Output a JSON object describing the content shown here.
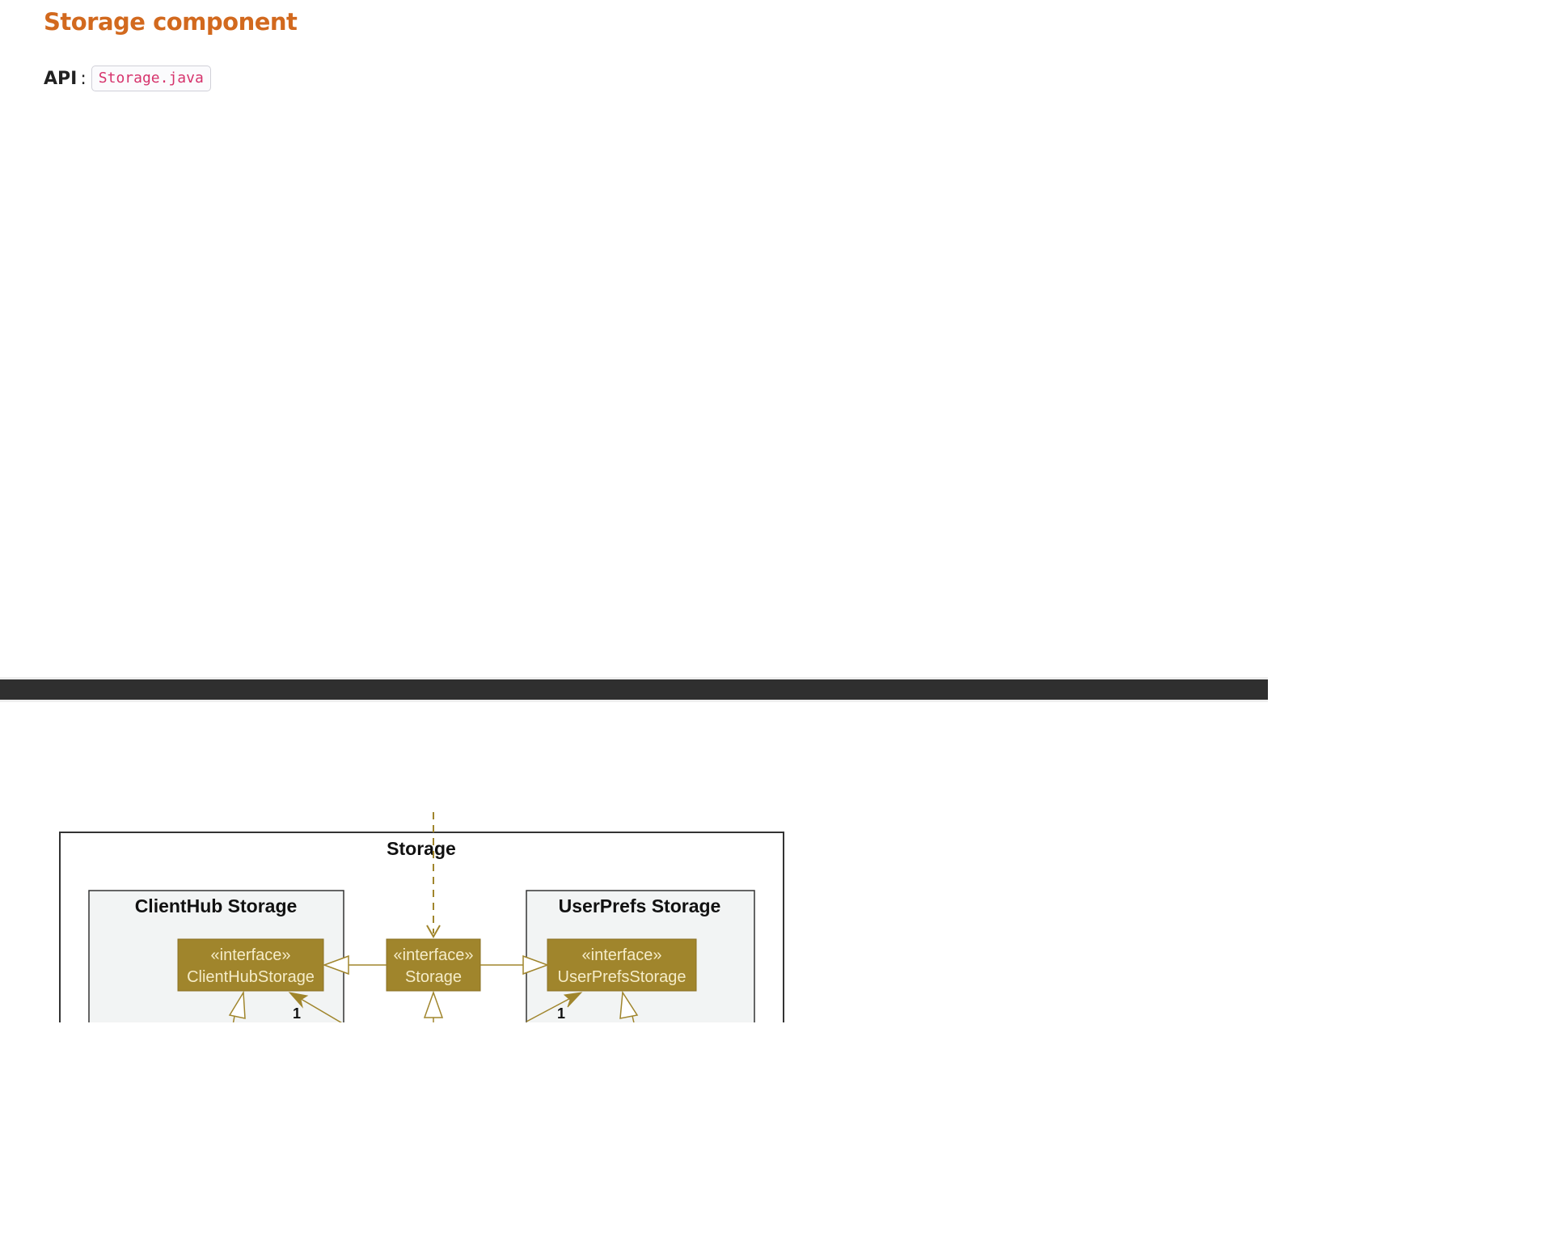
{
  "section": {
    "title": "Storage component",
    "api_label": "API",
    "api_separator": ":",
    "api_file": "Storage.java"
  },
  "diagram": {
    "outer_package": "Storage",
    "clienthub_package": "ClientHub Storage",
    "userprefs_package": "UserPrefs Storage",
    "stereotype": "«interface»",
    "clienthub_interface": "ClientHubStorage",
    "storage_interface": "Storage",
    "userprefs_interface": "UserPrefsStorage",
    "multiplicity_left": "1",
    "multiplicity_right": "1",
    "colors": {
      "interface_fill": "#a0852c",
      "interface_text": "#f5ecc8",
      "arrow": "#a0852c",
      "package_fill": "#f2f4f4",
      "package_border": "#333333"
    }
  }
}
